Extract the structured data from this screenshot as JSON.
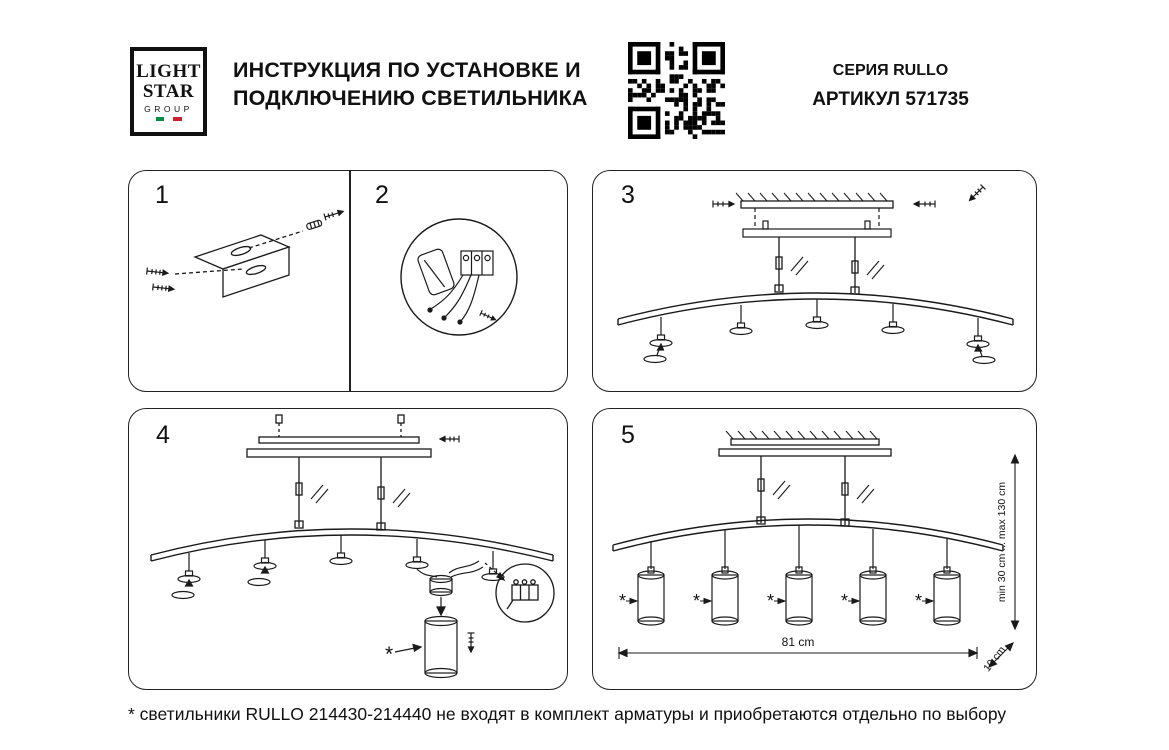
{
  "header": {
    "logo": {
      "line1": "LIGHT",
      "line2": "STAR",
      "line3": "GROUP"
    },
    "title": {
      "line1": "ИНСТРУКЦИЯ ПО УСТАНОВКЕ И",
      "line2": "ПОДКЛЮЧЕНИЮ СВЕТИЛЬНИКА"
    },
    "series": "СЕРИЯ RULLO",
    "article": "АРТИКУЛ 571735"
  },
  "steps": {
    "s1": "1",
    "s2": "2",
    "s3": "3",
    "s4": "4",
    "s5": "5"
  },
  "dimensions": {
    "width": "81 cm",
    "height_range": "min 30 cm ... max 130 cm",
    "shade_height": "10 cm"
  },
  "misc": {
    "asterisk": "*"
  },
  "footnote": "* светильники RULLO 214430-214440 не входят в комплект арматуры и приобретаются отдельно по выбору"
}
